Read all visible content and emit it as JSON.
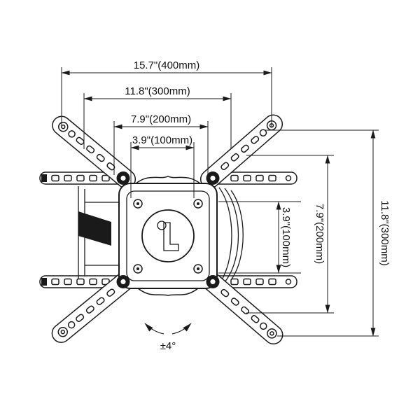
{
  "diagram": {
    "horizontal_dimensions": [
      {
        "label": "15.7\"(400mm)",
        "inches": 15.7,
        "mm": 400
      },
      {
        "label": "11.8\"(300mm)",
        "inches": 11.8,
        "mm": 300
      },
      {
        "label": "7.9\"(200mm)",
        "inches": 7.9,
        "mm": 200
      },
      {
        "label": "3.9\"(100mm)",
        "inches": 3.9,
        "mm": 100
      }
    ],
    "vertical_dimensions": [
      {
        "label": "3.9\"(100mm)",
        "inches": 3.9,
        "mm": 100
      },
      {
        "label": "7.9\"(200mm)",
        "inches": 7.9,
        "mm": 200
      },
      {
        "label": "11.8\"(300mm)",
        "inches": 11.8,
        "mm": 300
      }
    ],
    "tilt": {
      "label": "±4°",
      "degrees": 4
    },
    "colors": {
      "line": "#1a1a1a",
      "background": "#ffffff"
    }
  }
}
